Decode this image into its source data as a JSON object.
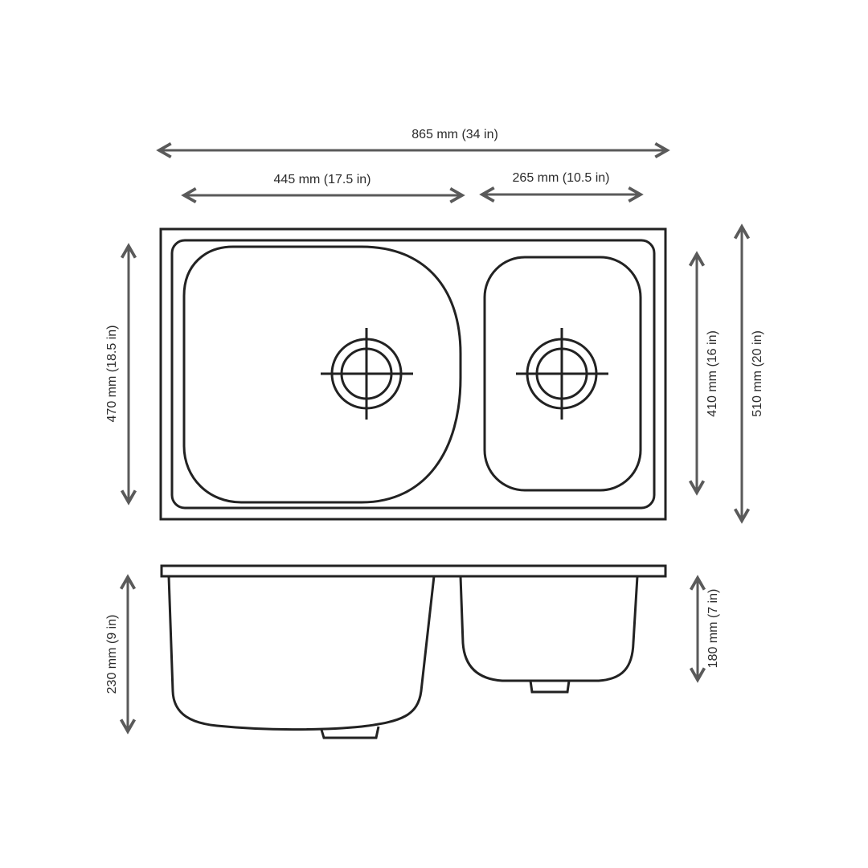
{
  "colors": {
    "outline": "#222222",
    "dimension_arrow": "#5a5a5a",
    "text": "#2b2b2b",
    "background": "#ffffff"
  },
  "dimensions": {
    "overall_width": "865 mm (34 in)",
    "large_bowl_width": "445 mm (17.5 in)",
    "small_bowl_width": "265 mm (10.5 in)",
    "large_bowl_length": "470 mm (18.5 in)",
    "small_bowl_length": "410 mm (16 in)",
    "overall_depth": "510 mm (20 in)",
    "large_bowl_depth": "230 mm (9 in)",
    "small_bowl_depth": "180 mm (7 in)"
  },
  "views": [
    "top-view",
    "side-view"
  ]
}
